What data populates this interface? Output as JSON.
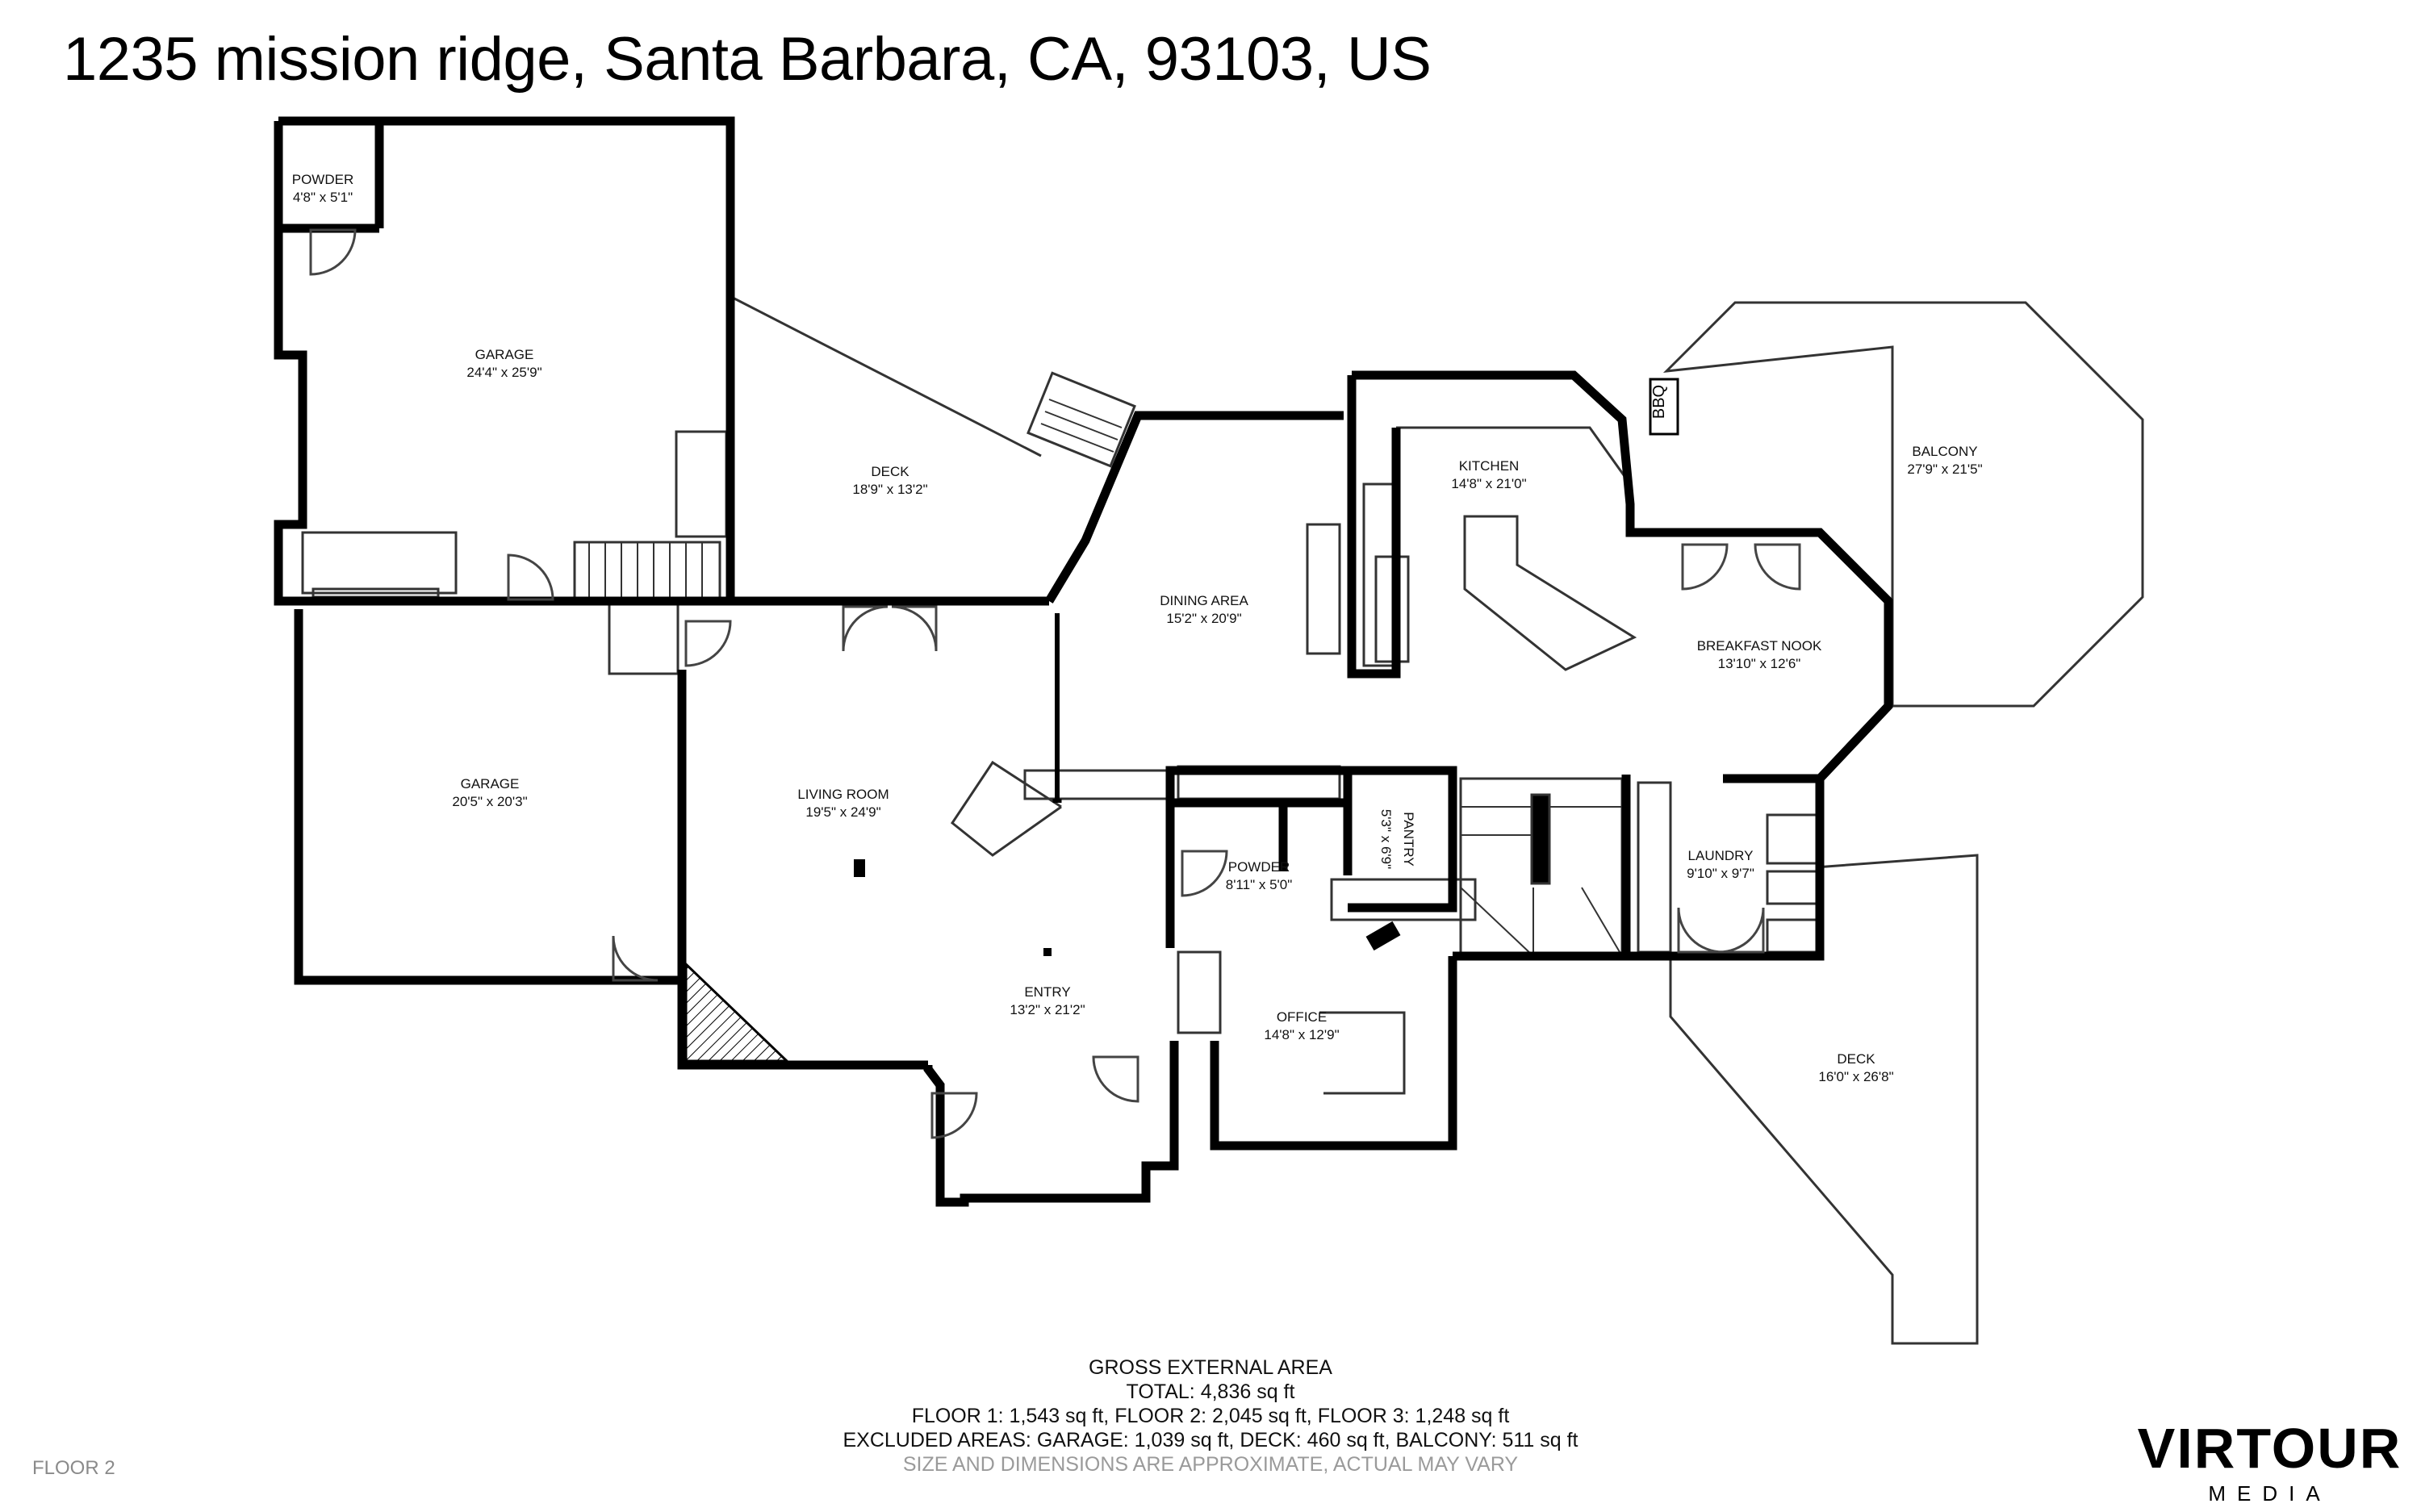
{
  "title": "1235 mission ridge, Santa Barbara, CA, 93103, US",
  "floor_label": "FLOOR 2",
  "rooms": [
    {
      "name": "POWDER",
      "dims": "4'8\" x 5'1\""
    },
    {
      "name": "GARAGE",
      "dims": "24'4\" x 25'9\""
    },
    {
      "name": "DECK",
      "dims": "18'9\" x 13'2\""
    },
    {
      "name": "KITCHEN",
      "dims": "14'8\" x 21'0\""
    },
    {
      "name": "BALCONY",
      "dims": "27'9\" x 21'5\""
    },
    {
      "name": "DINING AREA",
      "dims": "15'2\" x 20'9\""
    },
    {
      "name": "BREAKFAST NOOK",
      "dims": "13'10\" x 12'6\""
    },
    {
      "name": "GARAGE",
      "dims": "20'5\" x 20'3\""
    },
    {
      "name": "LIVING ROOM",
      "dims": "19'5\" x 24'9\""
    },
    {
      "name": "POWDER",
      "dims": "8'11\" x 5'0\""
    },
    {
      "name": "PANTRY",
      "dims": "5'3\" x 6'9\""
    },
    {
      "name": "LAUNDRY",
      "dims": "9'10\" x 9'7\""
    },
    {
      "name": "ENTRY",
      "dims": "13'2\" x 21'2\""
    },
    {
      "name": "OFFICE",
      "dims": "14'8\" x 12'9\""
    },
    {
      "name": "DECK",
      "dims": "16'0\" x 26'8\""
    }
  ],
  "fixture_bbq": "BBQ",
  "area": {
    "heading": "GROSS EXTERNAL AREA",
    "total": "TOTAL: 4,836 sq ft",
    "floors": "FLOOR 1: 1,543 sq ft, FLOOR 2: 2,045 sq ft, FLOOR 3: 1,248 sq ft",
    "excluded": "EXCLUDED AREAS: GARAGE: 1,039 sq ft, DECK: 460 sq ft, BALCONY: 511 sq ft",
    "note": "SIZE AND DIMENSIONS ARE APPROXIMATE, ACTUAL MAY VARY"
  },
  "logo": {
    "brand": "VIRTOUR",
    "sub": "MEDIA"
  }
}
